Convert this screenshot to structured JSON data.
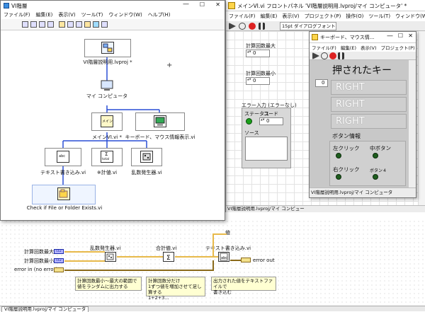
{
  "project_window": {
    "title": "VI階層",
    "menu": [
      "ファイル(F)",
      "編集(E)",
      "表示(V)",
      "ツール(T)",
      "ウィンドウ(W)",
      "ヘルプ(H)"
    ],
    "window_buttons": [
      "—",
      "☐",
      "✕"
    ],
    "nodes": {
      "project": "VI階層説明用.lvproj *",
      "computer": "マイ コンピュータ",
      "main_vi": "メインVI.vi *",
      "keyboard_vi": "キーボード、マウス情報表示.vi",
      "text_write": "テキスト書き込み.vi",
      "total": "※計値.vi",
      "random": "乱数発生器.vi",
      "check_file": "Check if File or Folder Exists.vi"
    },
    "icon_text": {
      "main": "メイン",
      "total_top": "Σ",
      "total_bottom": "total",
      "text": "abc"
    }
  },
  "front_panel": {
    "title": "メインVI.vi フロントパネル 'VI階層説明用.lvproj/マイ コンピュータ' *",
    "menu": [
      "ファイル(F)",
      "編集(E)",
      "表示(V)",
      "プロジェクト(P)",
      "操作(O)",
      "ツール(T)",
      "ウィンドウ(W)",
      "ヘル"
    ],
    "font_select": "15pt ダイアログフォント",
    "controls": {
      "max_label": "計算回数最大",
      "max_value": "0",
      "min_label": "計算回数最小",
      "min_value": "0"
    },
    "error_cluster": {
      "label": "エラー入力 (エラーなし)",
      "status_label": "ステータス",
      "code_label": "コード",
      "code_value": "0",
      "source_label": "ソース"
    },
    "status_text": "VI階層説明用.lvproj/マイ コンピュー"
  },
  "keyboard_window": {
    "title": "キーボード、マウス情...",
    "menu": [
      "ファイル(F)",
      "編集(E)",
      "表示(V)",
      "プロジェクト(P)"
    ],
    "heading": "押されたキー",
    "array_index": "0",
    "keys": [
      "RIGHT",
      "RIGHT",
      "RIGHT"
    ],
    "button_info_label": "ボタン情報",
    "buttons": {
      "left": "左クリック",
      "middle": "中ボタン",
      "right": "右クリック",
      "button4": "ボタン４"
    },
    "status_text": "VI階層説明用.lvproj/マイ コンピュータ"
  },
  "diagram": {
    "nodes": {
      "random": "乱数発生器.vi",
      "total": "合計値.vi",
      "text_write": "テキスト書き込み.vi"
    },
    "terminals": {
      "max": "計算回数最大",
      "min": "計算回数最小",
      "error_in": "error in (no error)",
      "error_out": "error out",
      "i32": "I32"
    },
    "top_label": "値",
    "comments": [
      "計算回数最小～最大の範囲で\n値をランダムに出力する",
      "計算回数分だけ\n1ずつ値を増加させて足し算する\n1+2+3...",
      "出力された値をテキストファイルで\n書き込む"
    ],
    "tab_label": "VI階層説明用.lvproj/マイ コンピュータ"
  },
  "colors": {
    "wire_numeric": "#e7b94a",
    "wire_highlight": "#2a4fd6",
    "led_on": "#1aa01a",
    "led_off": "#1e5e1e"
  }
}
